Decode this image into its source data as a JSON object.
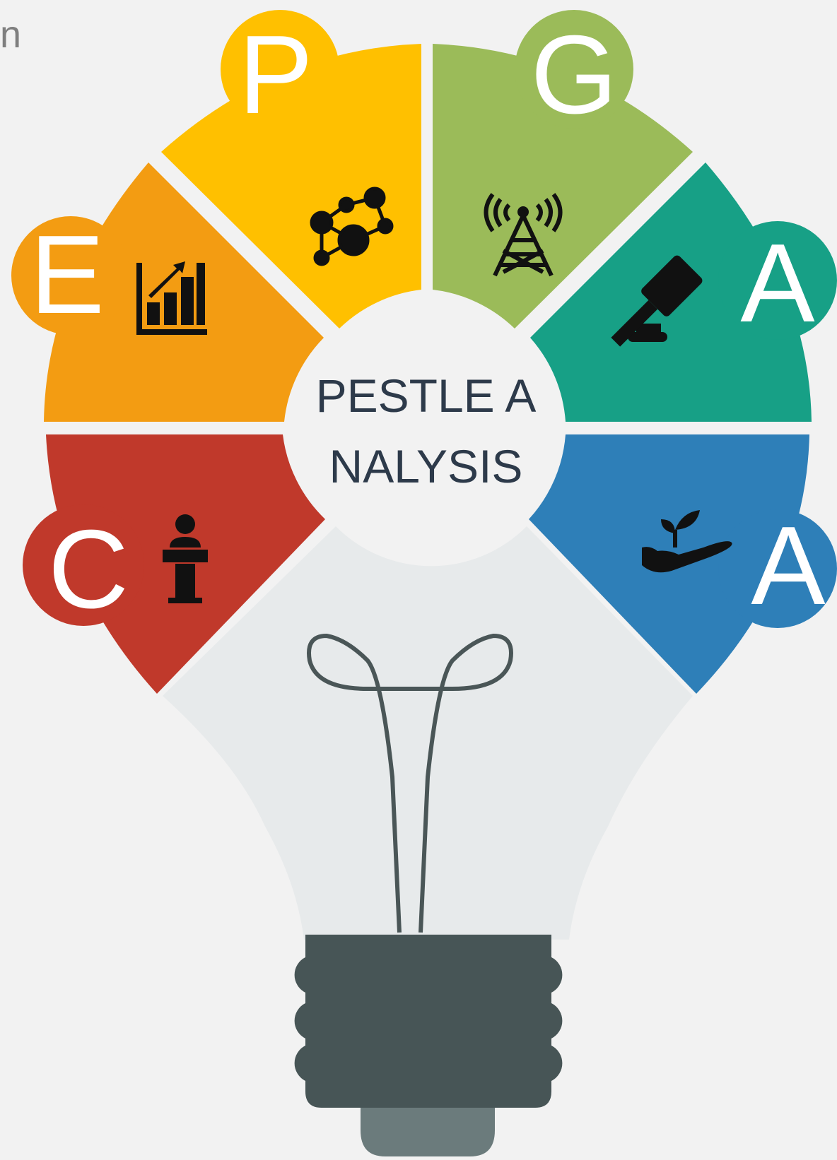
{
  "corner_text": "n",
  "center": {
    "label": "PESTLE ANALYSIS"
  },
  "segments": [
    {
      "id": "p",
      "letter": "P",
      "color": "#FFC000",
      "icon": "network-icon"
    },
    {
      "id": "g",
      "letter": "G",
      "color": "#9BBB59",
      "icon": "radio-tower-icon"
    },
    {
      "id": "a1",
      "letter": "A",
      "color": "#17A086",
      "icon": "gavel-icon"
    },
    {
      "id": "a2",
      "letter": "A",
      "color": "#2E7FB8",
      "icon": "hand-plant-icon"
    },
    {
      "id": "c",
      "letter": "C",
      "color": "#C0392B",
      "icon": "speaker-podium-icon"
    },
    {
      "id": "e",
      "letter": "E",
      "color": "#F39C12",
      "icon": "growth-chart-icon"
    }
  ],
  "bulb": {
    "glass_color": "#E7EAEB",
    "base_color": "#475556",
    "tip_color": "#6B7B7C"
  }
}
